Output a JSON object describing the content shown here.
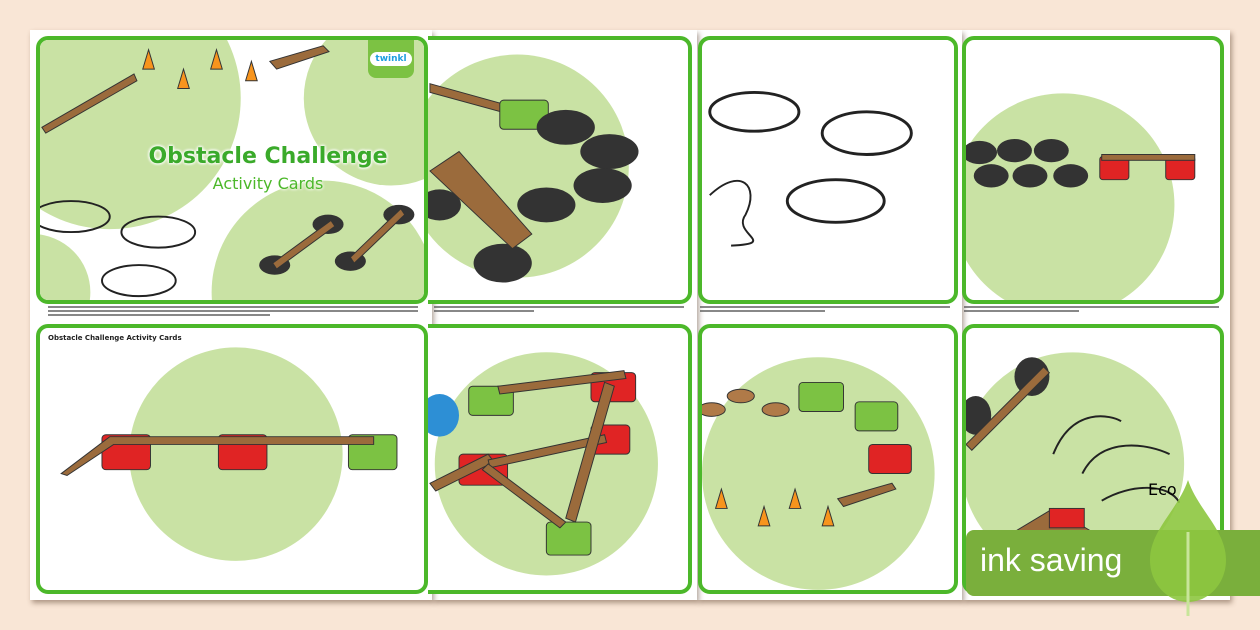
{
  "cover": {
    "title": "Obstacle Challenge",
    "subtitle": "Activity Cards",
    "logo": "twinkl"
  },
  "card_label": "Obstacle Challenge Activity Cards",
  "badge": {
    "text": "ink saving",
    "eco": "Eco"
  },
  "colors": {
    "background": "#f9e6d6",
    "card_border": "#4cb82a",
    "blob": "#c9e2a4",
    "badge": "#7aaf3c"
  }
}
